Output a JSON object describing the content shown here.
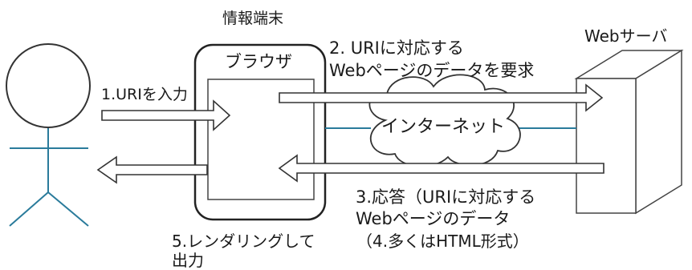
{
  "terminal": {
    "label": "情報端末"
  },
  "browser": {
    "label": "ブラウザ"
  },
  "server": {
    "label": "Webサーバ"
  },
  "internet": {
    "label": "インターネット"
  },
  "steps": {
    "step1": "1.URIを入力",
    "step2": {
      "line1": "2. URIに対応する",
      "line2": "Webページのデータを要求"
    },
    "step3": {
      "line1": "3.応答（URIに対応する",
      "line2": "Webページのデータ"
    },
    "step4": "（4.多くはHTML形式）",
    "step5": {
      "line1": "5.レンダリングして",
      "line2": "出力"
    }
  },
  "colors": {
    "stroke": "#333333",
    "link": "#2a7b9b"
  }
}
